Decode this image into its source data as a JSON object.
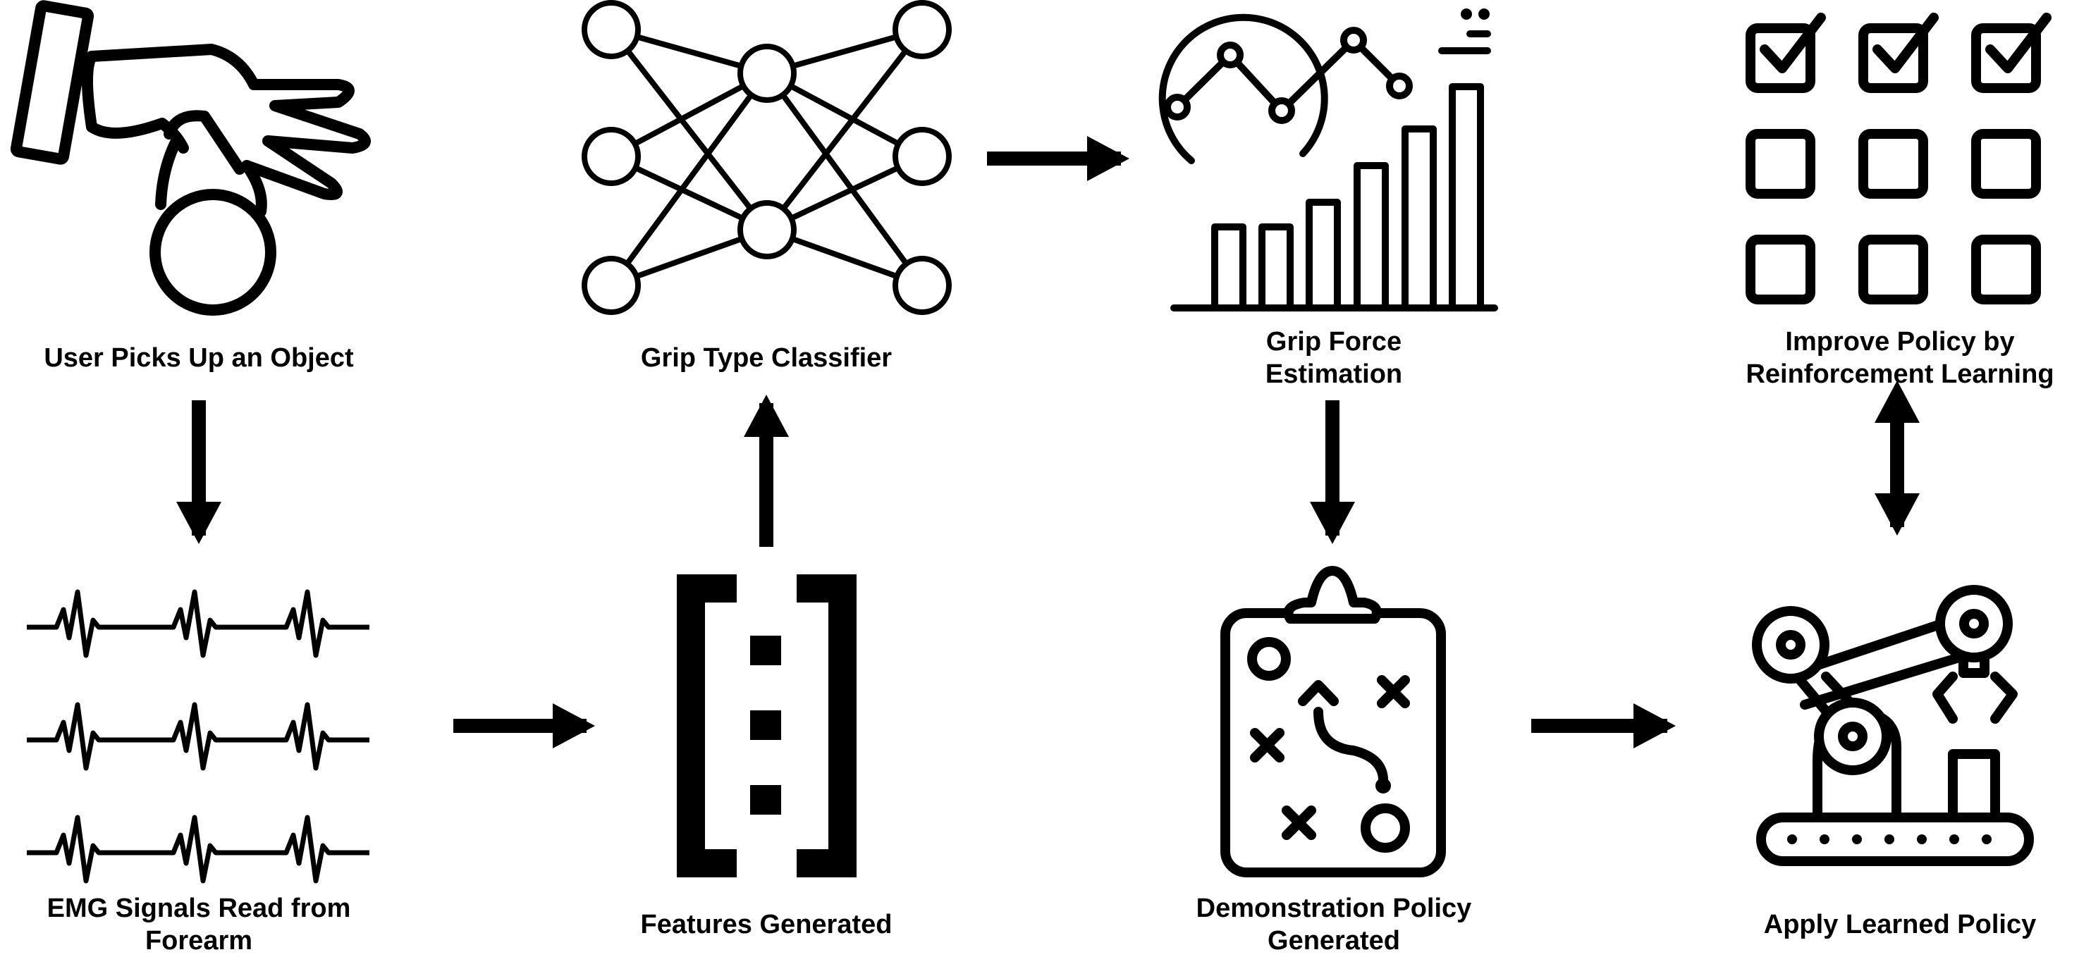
{
  "nodes": {
    "pick_up": {
      "lines": [
        "User Picks Up an Object"
      ],
      "icon": "hand-grasping-ball-icon"
    },
    "emg": {
      "lines": [
        "EMG Signals Read from",
        "Forearm"
      ],
      "icon": "emg-waveform-icon"
    },
    "features": {
      "lines": [
        "Features Generated"
      ],
      "icon": "feature-vector-bracket-icon"
    },
    "classifier": {
      "lines": [
        "Grip Type Classifier"
      ],
      "icon": "neural-network-icon"
    },
    "force": {
      "lines": [
        "Grip Force",
        "Estimation"
      ],
      "icon": "analytics-chart-icon"
    },
    "demo": {
      "lines": [
        "Demonstration Policy",
        "Generated"
      ],
      "icon": "strategy-clipboard-icon"
    },
    "rl": {
      "lines": [
        "Improve Policy by",
        "Reinforcement Learning"
      ],
      "icon": "checkbox-grid-icon"
    },
    "apply": {
      "lines": [
        "Apply Learned Policy"
      ],
      "icon": "robot-arm-icon"
    }
  },
  "colors": {
    "ink": "#000000",
    "background": "#ffffff"
  }
}
